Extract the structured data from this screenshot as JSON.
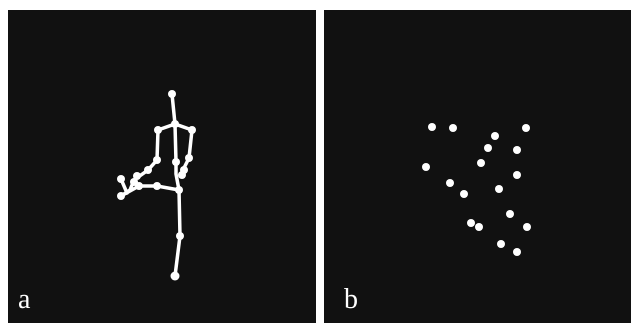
{
  "panels": [
    {
      "label": "a",
      "description": "skeleton"
    },
    {
      "label": "b",
      "description": "points"
    }
  ],
  "colors": {
    "background": "#111111",
    "foreground": "#ffffff",
    "page": "#ffffff"
  }
}
